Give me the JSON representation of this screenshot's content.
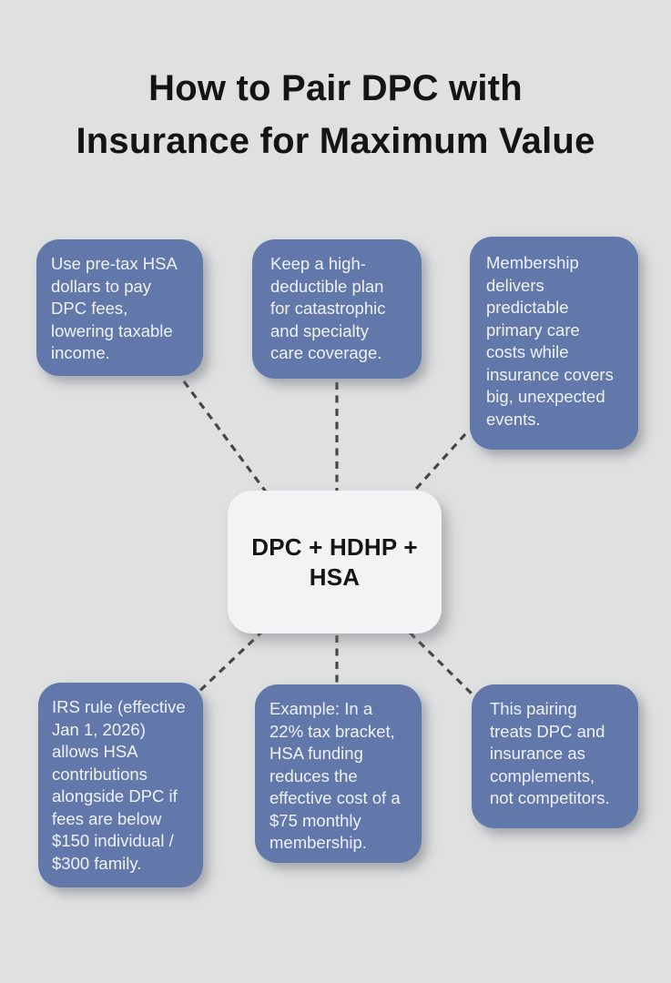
{
  "title": {
    "line1": "How to Pair DPC with",
    "line2": "Insurance for Maximum Value"
  },
  "center": {
    "label": "DPC + HDHP +\nHSA"
  },
  "cards": [
    {
      "text": "Use pre-tax HSA dollars to pay DPC fees, lowering taxable income."
    },
    {
      "text": "Keep a high-deductible plan for catastrophic and specialty care coverage."
    },
    {
      "text": "Membership delivers predictable primary care costs while insurance covers big, unexpected events."
    },
    {
      "text": "IRS rule (effective Jan 1, 2026) allows HSA contributions alongside DPC if fees are below $150 individual / $300 family."
    },
    {
      "text": "Example: In a 22% tax bracket, HSA funding reduces the effective cost of a $75 monthly membership."
    },
    {
      "text": "This pairing treats DPC and insurance as complements, not competitors."
    }
  ],
  "colors": {
    "background": "#dfe1e1",
    "card": "#6278ab",
    "card-text": "#eef2f7",
    "center-bg": "#f2f3f4",
    "center-text": "#151515",
    "title-text": "#141414",
    "connector": "#474747"
  }
}
